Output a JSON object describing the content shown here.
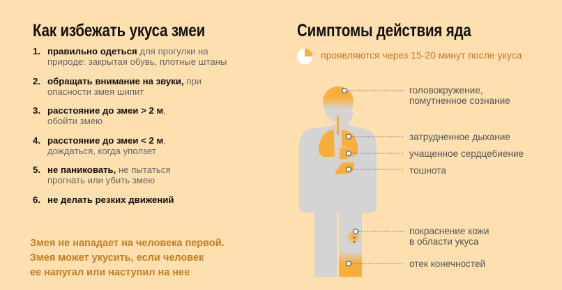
{
  "left": {
    "title": "Как избежать укуса змеи",
    "items": [
      {
        "num": "1.",
        "bold": "правильно одеться",
        "rest": " для прогулки на природе: закрытая обувь, плотные штаны"
      },
      {
        "num": "2.",
        "bold": "обращать внимание на звуки,",
        "rest": " при опасности змея шипит"
      },
      {
        "num": "3.",
        "bold": "расстояние до змеи > 2 м",
        "rest": ", обойти змею"
      },
      {
        "num": "4.",
        "bold": "расстояние до змеи < 2 м",
        "rest": ", дождаться, когда уползет"
      },
      {
        "num": "5.",
        "bold": "не паниковать,",
        "rest": " не пытаться прогнать или убить змею"
      },
      {
        "num": "6.",
        "bold": "не делать резких движений",
        "rest": ""
      }
    ],
    "warning": [
      "Змея не нападает на человека первой.",
      "Змея может укусить, если человек",
      "ее напугал или наступил на нее"
    ]
  },
  "right": {
    "title": "Симптомы действия яда",
    "onset": "проявляются через 15-20 минут после укуса",
    "onset_fraction": 0.25,
    "symptoms": [
      {
        "line1": "головокружение,",
        "line2": "помутненное сознание"
      },
      {
        "line1": "затрудненное дыхание"
      },
      {
        "line1": "учащенное сердцебиение"
      },
      {
        "line1": "тошнота"
      },
      {
        "line1": "покраснение кожи",
        "line2": "в области укуса"
      },
      {
        "line1": "отек конечностей"
      }
    ]
  },
  "colors": {
    "background": "#FDDFB0",
    "accent": "#F9AE3B",
    "body": "#D4D4D4",
    "warning": "#C67E1F"
  }
}
